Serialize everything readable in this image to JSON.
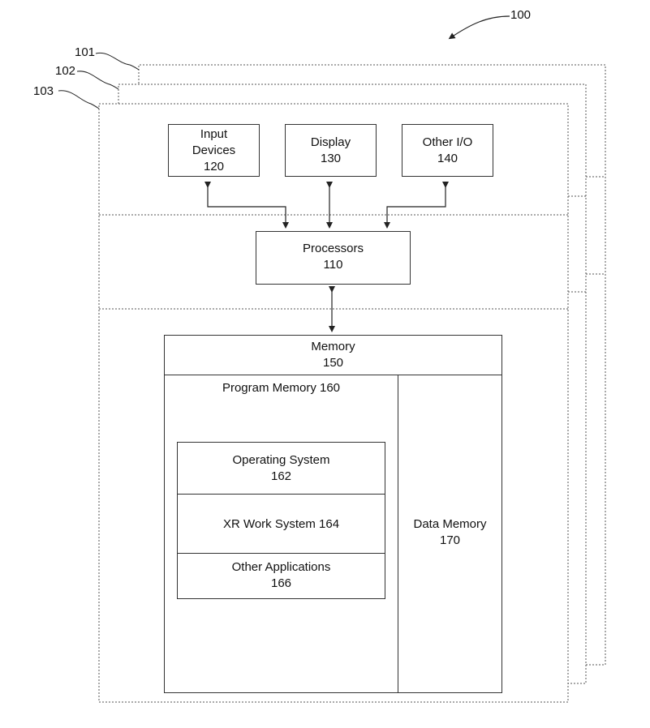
{
  "figure": {
    "ref_main": "100",
    "ref_layer_1": "101",
    "ref_layer_2": "102",
    "ref_layer_3": "103"
  },
  "input_devices": {
    "line1": "Input",
    "line2": "Devices",
    "number": "120"
  },
  "display": {
    "name": "Display",
    "number": "130"
  },
  "other_io": {
    "name": "Other I/O",
    "number": "140"
  },
  "processors": {
    "name": "Processors",
    "number": "110"
  },
  "memory": {
    "name": "Memory",
    "number": "150"
  },
  "program_memory": {
    "label": "Program Memory 160"
  },
  "operating_system": {
    "name": "Operating System",
    "number": "162"
  },
  "xr_work_system": {
    "label": "XR Work System 164"
  },
  "other_applications": {
    "name": "Other Applications",
    "number": "166"
  },
  "data_memory": {
    "name": "Data Memory",
    "number": "170"
  }
}
